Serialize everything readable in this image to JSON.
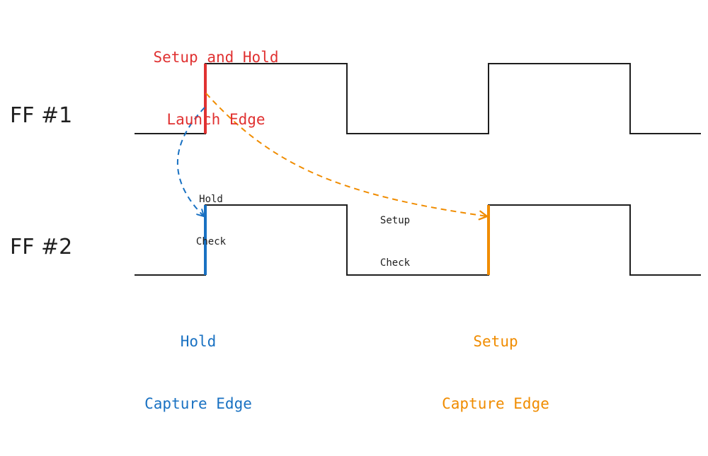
{
  "colors": {
    "signal": "#1e1e1e",
    "launch_edge": "#e03131",
    "hold_edge": "#1971c2",
    "setup_edge": "#f08c00"
  },
  "signals": {
    "ff1_label": "FF #1",
    "ff2_label": "FF #2"
  },
  "edges": {
    "launch": {
      "line1": "Setup and Hold",
      "line2": "Launch Edge"
    },
    "hold_capture": {
      "line1": "Hold",
      "line2": "Capture Edge"
    },
    "setup_capture": {
      "line1": "Setup",
      "line2": "Capture Edge"
    }
  },
  "checks": {
    "hold": {
      "line1": "Hold",
      "line2": "Check"
    },
    "setup": {
      "line1": "Setup",
      "line2": "Check"
    }
  }
}
